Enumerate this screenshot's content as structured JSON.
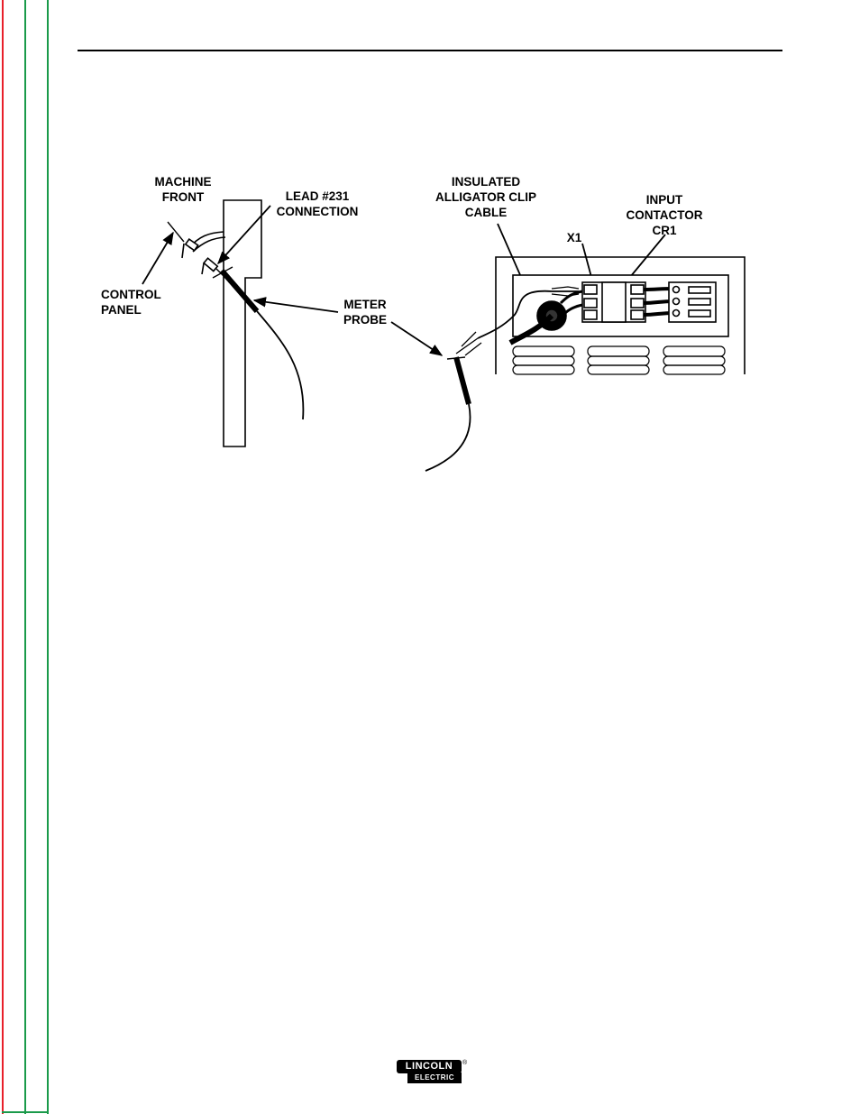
{
  "labels": {
    "machine_front": "MACHINE\nFRONT",
    "lead_231": "LEAD #231\nCONNECTION",
    "control_panel": "CONTROL\nPANEL",
    "meter_probe": "METER\nPROBE",
    "insulated_cable": "INSULATED\nALLIGATOR CLIP\nCABLE",
    "x1": "X1",
    "input_contactor": "INPUT\nCONTACTOR\nCR1"
  },
  "logo": {
    "top": "LINCOLN",
    "bottom": "ELECTRIC",
    "reg": "®"
  },
  "colors": {
    "edge_red": "#e8202a",
    "edge_green": "#1a9a4a"
  }
}
